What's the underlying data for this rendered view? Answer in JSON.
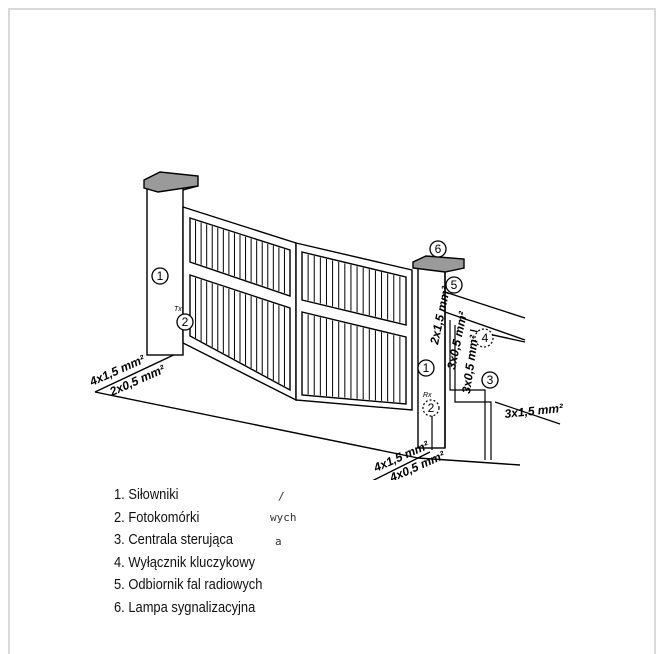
{
  "callouts": [
    "1",
    "2",
    "3",
    "4",
    "5",
    "6"
  ],
  "wires": {
    "left_top": "4x1,5 mm²",
    "left_bottom": "2x0,5 mm²",
    "bottom_top": "4x1,5 mm²",
    "bottom_bottom": "4x0,5 mm²",
    "pillar_upper": "2x1,5 mm²",
    "pillar_mid": "3x0,5 mm²",
    "pillar_lower": "3x0,5 mm²",
    "right": "3x1,5 mm²"
  },
  "marks": {
    "tx": "Tx",
    "rx": "Rx"
  },
  "legend": [
    "1. Siłowniki",
    "2. Fotokomórki",
    "3. Centrala sterująca",
    "4. Wyłącznik kluczykowy",
    "5. Odbiornik fal radiowych",
    "6. Lampa sygnalizacyjna"
  ],
  "stray_text": [
    "/",
    "wych",
    "a"
  ]
}
